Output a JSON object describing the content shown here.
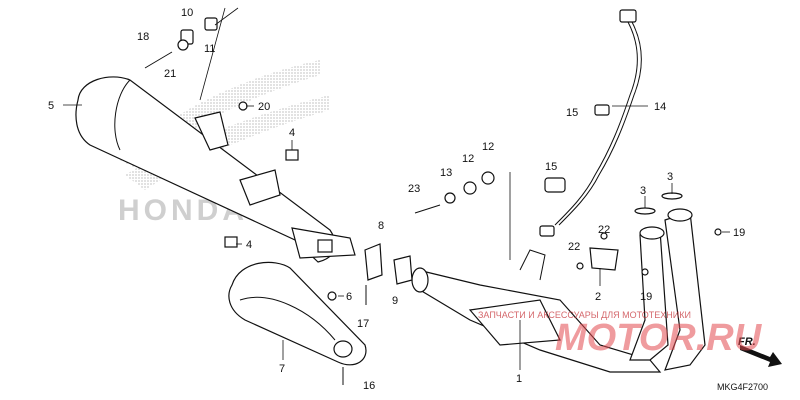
{
  "diagram_code": "MKG4F2700",
  "brand_watermark": "HONDA",
  "site_watermark": {
    "tagline": "ЗАПЧАСТИ И АКСЕССУАРЫ ДЛЯ МОТОТЕХНИКИ",
    "domain": "MOTOR.RU"
  },
  "front_marker": "FR.",
  "callouts": [
    {
      "n": "1"
    },
    {
      "n": "2"
    },
    {
      "n": "3"
    },
    {
      "n": "3"
    },
    {
      "n": "4"
    },
    {
      "n": "4"
    },
    {
      "n": "5"
    },
    {
      "n": "6"
    },
    {
      "n": "7"
    },
    {
      "n": "8"
    },
    {
      "n": "9"
    },
    {
      "n": "10"
    },
    {
      "n": "11"
    },
    {
      "n": "12"
    },
    {
      "n": "12"
    },
    {
      "n": "13"
    },
    {
      "n": "14"
    },
    {
      "n": "15"
    },
    {
      "n": "15"
    },
    {
      "n": "16"
    },
    {
      "n": "17"
    },
    {
      "n": "18"
    },
    {
      "n": "19"
    },
    {
      "n": "19"
    },
    {
      "n": "20"
    },
    {
      "n": "21"
    },
    {
      "n": "22"
    },
    {
      "n": "22"
    },
    {
      "n": "23"
    }
  ],
  "colors": {
    "line": "#111111",
    "watermark_red": "#e34a4f",
    "honda_gray": "#c8c8c8"
  }
}
